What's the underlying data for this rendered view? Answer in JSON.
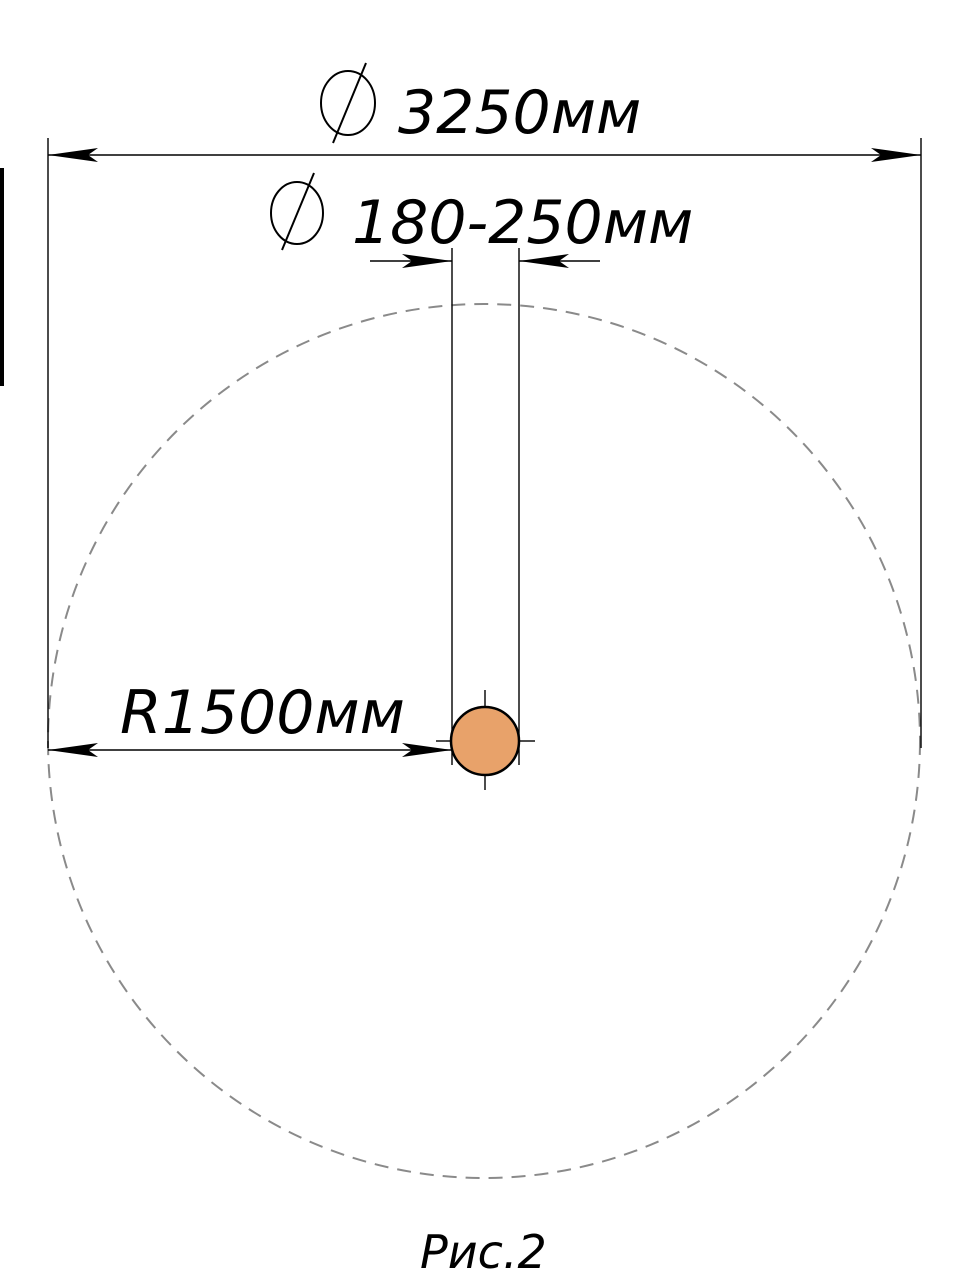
{
  "diagram": {
    "outer_diameter_label": "3250мм",
    "pole_diameter_label": "180-250мм",
    "radius_label": "R1500мм",
    "caption": "Рис.2",
    "diameter_symbol": "diameter-symbol-icon"
  },
  "colors": {
    "pole_fill": "#E8A26A",
    "dash_circle": "#8a8a8a",
    "lines": "#000000"
  }
}
